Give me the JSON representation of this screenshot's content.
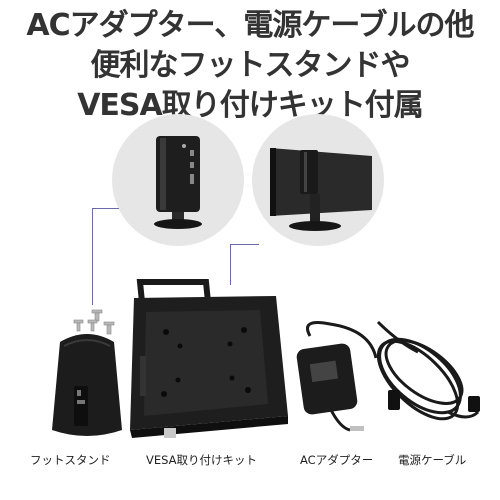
{
  "headline": {
    "line1": "ACアダプター、電源ケーブルの他",
    "line2": "便利なフットスタンドや",
    "line3": "VESA取り付けキット付属"
  },
  "captions": {
    "foot_stand": "フットスタンド",
    "vesa_kit": "VESA取り付けキット",
    "ac_adapter": "ACアダプター",
    "power_cable": "電源ケーブル"
  },
  "colors": {
    "headline_text": "#333333",
    "circle_bg": "#e6e6e6",
    "callout_line": "#6a6aa8",
    "product_black": "#1e1e1e"
  }
}
